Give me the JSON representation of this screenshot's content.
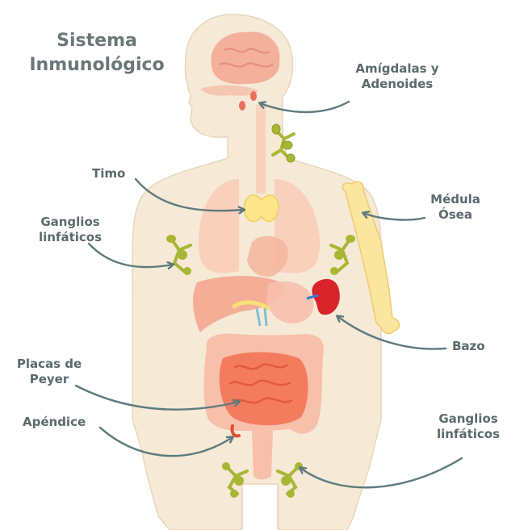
{
  "title": {
    "line1": "Sistema",
    "line2": "Inmunológico"
  },
  "labels": {
    "amigdalas": {
      "line1": "Amígdalas y",
      "line2": "Adenoides"
    },
    "timo": "Timo",
    "ganglios_left": {
      "line1": "Ganglios",
      "line2": "linfáticos"
    },
    "medula": {
      "line1": "Médula",
      "line2": "Ósea"
    },
    "bazo": "Bazo",
    "placas": {
      "line1": "Placas de",
      "line2": "Peyer"
    },
    "apendice": "Apéndice",
    "ganglios_right": {
      "line1": "Ganglios",
      "line2": "linfáticos"
    }
  },
  "colors": {
    "body": "#f6e9d6",
    "arrow": "#5d7a7d",
    "lymph": "#a7b735",
    "thymus": "#fde58a",
    "bone": "#fbe6a0",
    "spleen": "#d9232a",
    "intestine": "#f47c5e",
    "lung": "#f9cdb8",
    "brain": "#f3b09a"
  },
  "icons": [
    "brain",
    "thymus",
    "lymph-node",
    "bone",
    "spleen",
    "small-intestine",
    "large-intestine",
    "appendix",
    "tonsils"
  ]
}
